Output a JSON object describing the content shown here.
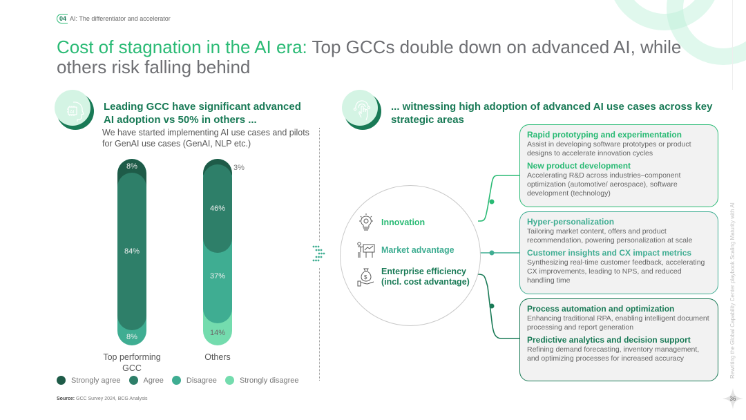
{
  "breadcrumb": {
    "number": "04",
    "text": "AI: The differentiator and accelerator"
  },
  "title": {
    "accent": "Cost of stagnation in the AI era:",
    "rest": " Top GCCs double down on advanced AI, while others risk falling behind"
  },
  "left_section": {
    "icon": "ai-head-icon",
    "heading": "Leading GCC have significant advanced AI adoption vs 50% in others ...",
    "subheading": "We have started implementing AI use cases and pilots for GenAI use cases (GenAI, NLP etc.)"
  },
  "chart_data": {
    "type": "bar",
    "stacked": true,
    "orientation": "vertical",
    "title": "We have started implementing AI use cases and pilots for GenAI use cases (GenAI, NLP etc.)",
    "categories": [
      "Top performing GCC",
      "Others"
    ],
    "series": [
      {
        "name": "Strongly agree",
        "color": "#1e5b48",
        "values": [
          8,
          3
        ]
      },
      {
        "name": "Agree",
        "color": "#2e7f69",
        "values": [
          84,
          46
        ]
      },
      {
        "name": "Disagree",
        "color": "#3fad92",
        "values": [
          8,
          37
        ]
      },
      {
        "name": "Strongly disagree",
        "color": "#74dcae",
        "values": [
          0,
          14
        ]
      }
    ],
    "labels": {
      "top_performing": {
        "strongly_agree": "8%",
        "agree": "84%",
        "disagree": "8%"
      },
      "others": {
        "strongly_agree": "3%",
        "agree": "46%",
        "disagree": "37%",
        "strongly_disagree": "14%"
      }
    },
    "ylabel": "",
    "xlabel": "",
    "legend_position": "bottom",
    "grid": false,
    "units": "%"
  },
  "legend": [
    {
      "label": "Strongly agree",
      "color": "#1e5b48"
    },
    {
      "label": "Agree",
      "color": "#2e7f69"
    },
    {
      "label": "Disagree",
      "color": "#3fad92"
    },
    {
      "label": "Strongly disagree",
      "color": "#74dcae"
    }
  ],
  "bar_labels": {
    "top": "Top performing GCC",
    "others": "Others"
  },
  "source": {
    "label": "Source:",
    "text": " GCC Survey 2024, BCG Analysis"
  },
  "right_section": {
    "icon": "touch-hand-icon",
    "heading": "... witnessing high adoption of advanced AI use cases across key strategic areas",
    "areas": [
      {
        "icon": "lightbulb-gear-icon",
        "label": "Innovation",
        "color": "#29ba74"
      },
      {
        "icon": "presentation-chart-icon",
        "label": "Market advantage",
        "color": "#3fad92"
      },
      {
        "icon": "money-bag-hand-icon",
        "label": "Enterprise efficiency (incl. cost advantage)",
        "color": "#197a56"
      }
    ],
    "cards": [
      {
        "color": "#29ba74",
        "items": [
          {
            "title": "Rapid prototyping and experimentation",
            "desc": "Assist in developing software prototypes or product designs to accelerate innovation cycles"
          },
          {
            "title": "New product development",
            "desc": "Accelerating R&D across industries–component optimization (automotive/ aerospace), software development (technology)"
          }
        ]
      },
      {
        "color": "#3fad92",
        "items": [
          {
            "title": "Hyper-personalization",
            "desc": "Tailoring market content, offers and product recommendation, powering personalization at scale"
          },
          {
            "title": "Customer insights and CX impact metrics",
            "desc": "Synthesizing real-time customer feedback, accelerating CX improvements, leading to NPS, and reduced handling time"
          }
        ]
      },
      {
        "color": "#197a56",
        "items": [
          {
            "title": "Process automation and optimization",
            "desc": "Enhancing traditional RPA, enabling intelligent document processing and report generation"
          },
          {
            "title": "Predictive analytics and decision support",
            "desc": "Refining demand forecasting, inventory management, and optimizing processes for increased accuracy"
          }
        ]
      }
    ]
  },
  "side_text": "Rewriting the Global Capability Center playbook Scaling Maturity with AI",
  "page_number": "36"
}
